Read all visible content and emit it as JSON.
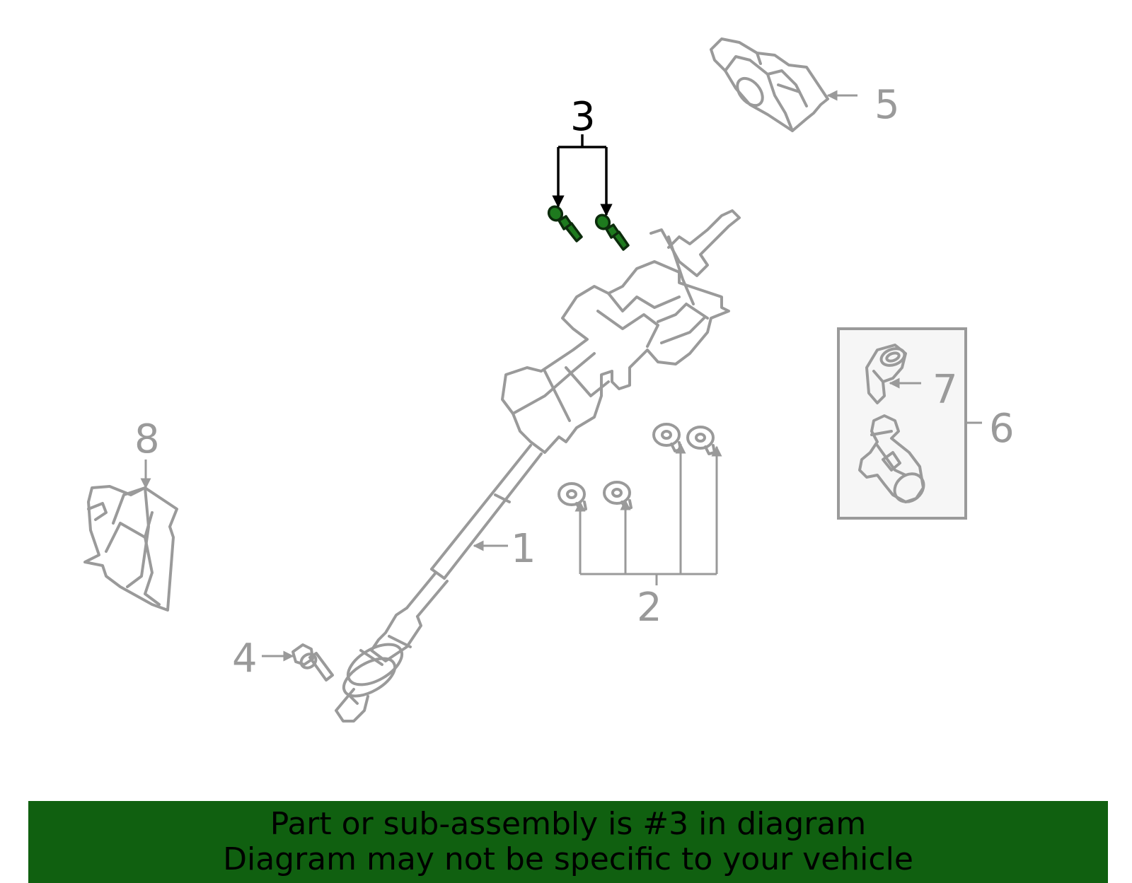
{
  "callouts": {
    "c1": "1",
    "c2": "2",
    "c3": "3",
    "c4": "4",
    "c5": "5",
    "c6": "6",
    "c7": "7",
    "c8": "8"
  },
  "banner": {
    "line1": "Part or sub-assembly is #3 in diagram",
    "line2": "Diagram may not be specific to your vehicle"
  },
  "colors": {
    "highlight": "#1e7a1e",
    "banner": "#106010",
    "part_outline": "#9a9a9a"
  }
}
